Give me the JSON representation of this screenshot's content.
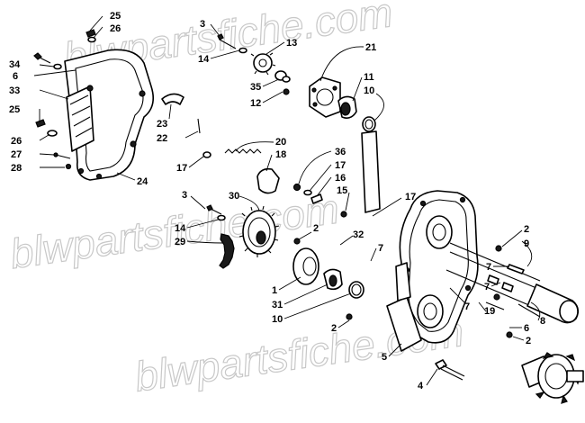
{
  "watermark": {
    "line_top": "blwpartsfiche.com",
    "line_middle": "blwpartsfiche.com",
    "line_bottom": "blwpartsfiche.com"
  },
  "callouts": [
    {
      "id": "c25a",
      "text": "25"
    },
    {
      "id": "c26a",
      "text": "26"
    },
    {
      "id": "c34",
      "text": "34"
    },
    {
      "id": "c6a",
      "text": "6"
    },
    {
      "id": "c33",
      "text": "33"
    },
    {
      "id": "c25b",
      "text": "25"
    },
    {
      "id": "c26b",
      "text": "26"
    },
    {
      "id": "c27",
      "text": "27"
    },
    {
      "id": "c28",
      "text": "28"
    },
    {
      "id": "c24",
      "text": "24"
    },
    {
      "id": "c3a",
      "text": "3"
    },
    {
      "id": "c13",
      "text": "13"
    },
    {
      "id": "c14a",
      "text": "14"
    },
    {
      "id": "c35",
      "text": "35"
    },
    {
      "id": "c12",
      "text": "12"
    },
    {
      "id": "c21",
      "text": "21"
    },
    {
      "id": "c11",
      "text": "11"
    },
    {
      "id": "c10a",
      "text": "10"
    },
    {
      "id": "c23",
      "text": "23"
    },
    {
      "id": "c22",
      "text": "22"
    },
    {
      "id": "c20",
      "text": "20"
    },
    {
      "id": "c18",
      "text": "18"
    },
    {
      "id": "c17a",
      "text": "17"
    },
    {
      "id": "c36",
      "text": "36"
    },
    {
      "id": "c17b",
      "text": "17"
    },
    {
      "id": "c16",
      "text": "16"
    },
    {
      "id": "c15",
      "text": "15"
    },
    {
      "id": "c17c",
      "text": "17"
    },
    {
      "id": "c3b",
      "text": "3"
    },
    {
      "id": "c30",
      "text": "30"
    },
    {
      "id": "c14b",
      "text": "14"
    },
    {
      "id": "c29",
      "text": "29"
    },
    {
      "id": "c2a",
      "text": "2"
    },
    {
      "id": "c32",
      "text": "32"
    },
    {
      "id": "c7a",
      "text": "7"
    },
    {
      "id": "c2b",
      "text": "2"
    },
    {
      "id": "c9",
      "text": "9"
    },
    {
      "id": "c7b",
      "text": "7"
    },
    {
      "id": "c7c",
      "text": "7"
    },
    {
      "id": "c1",
      "text": "1"
    },
    {
      "id": "c31",
      "text": "31"
    },
    {
      "id": "c10b",
      "text": "10"
    },
    {
      "id": "c7d",
      "text": "7"
    },
    {
      "id": "c19",
      "text": "19"
    },
    {
      "id": "c8",
      "text": "8"
    },
    {
      "id": "c6b",
      "text": "6"
    },
    {
      "id": "c2c",
      "text": "2"
    },
    {
      "id": "c2d",
      "text": "2"
    },
    {
      "id": "c5",
      "text": "5"
    },
    {
      "id": "c4",
      "text": "4"
    }
  ]
}
